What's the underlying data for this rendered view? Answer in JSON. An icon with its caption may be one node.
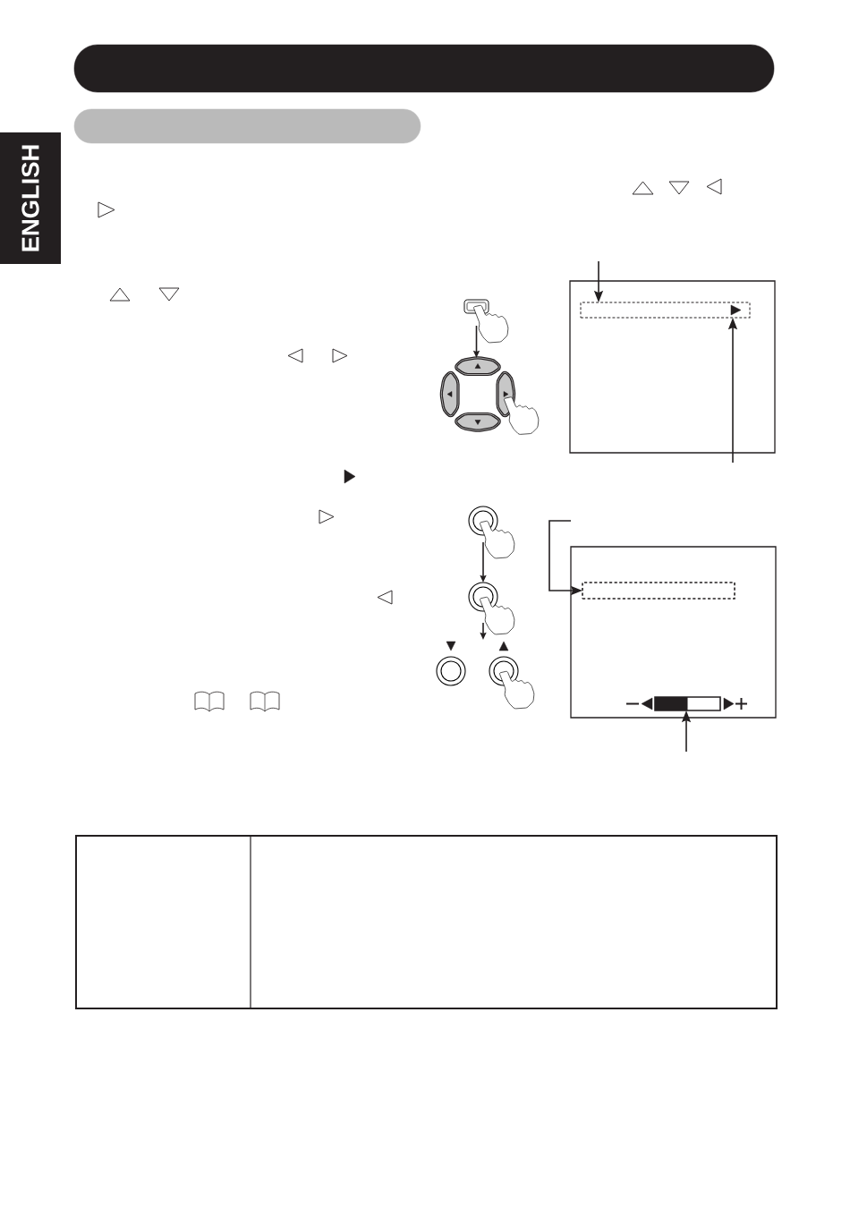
{
  "diagram": {
    "nodes": [
      {
        "text": [],
        "shape": "bar"
      },
      {
        "text": [],
        "shape": "bar"
      },
      {
        "text": [
          "ENGLISH"
        ]
      },
      {
        "text": [],
        "shape": "box"
      },
      {
        "text": [],
        "shape": "box",
        "in": 3
      },
      {
        "text": [],
        "shape": "box"
      },
      {
        "text": [],
        "shape": "box",
        "in": 5
      },
      {
        "text": [],
        "shape": "bar",
        "in": 5
      },
      {
        "text": [],
        "shape": "picture"
      },
      {
        "text": [],
        "shape": "picture"
      },
      {
        "text": [],
        "shape": "picture"
      },
      {
        "text": [],
        "shape": "picture"
      },
      {
        "text": [],
        "shape": "picture"
      }
    ],
    "edges": [
      {
        "from": null,
        "to": 4,
        "arrow": "to"
      },
      {
        "from": null,
        "to": 4,
        "arrow": "to"
      },
      {
        "from": null,
        "to": 6,
        "arrow": "to"
      },
      {
        "from": null,
        "to": 7,
        "arrow": "to"
      },
      {
        "from": 8,
        "to": 9,
        "arrow": "to"
      },
      {
        "from": 10,
        "to": 11,
        "arrow": "to"
      },
      {
        "from": 11,
        "to": 12,
        "arrow": "to"
      }
    ]
  }
}
